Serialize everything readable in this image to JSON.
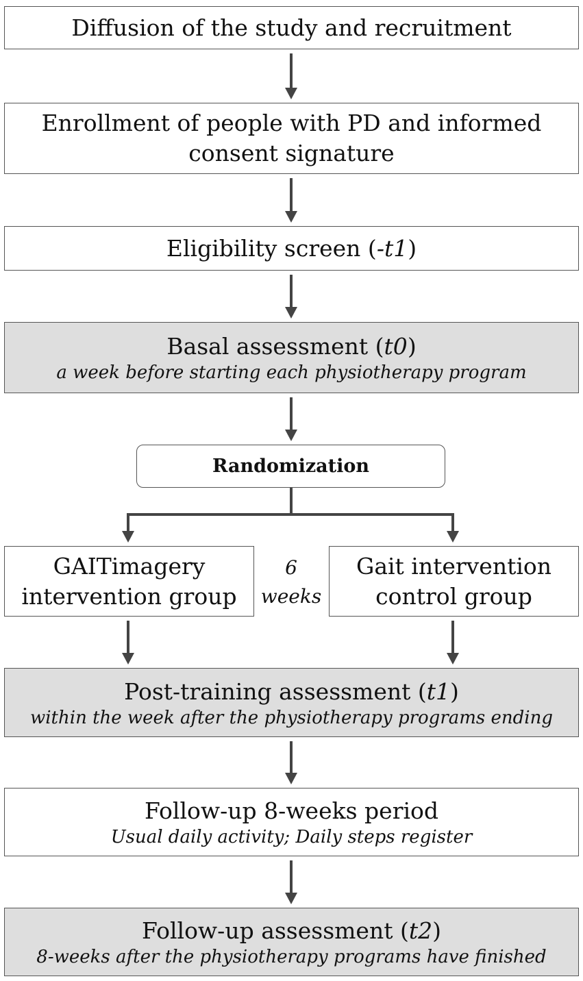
{
  "steps": {
    "diffusion": {
      "title": "Diffusion of the study and recruitment"
    },
    "enrollment": {
      "line1": "Enrollment of people with PD and informed",
      "line2": "consent signature"
    },
    "eligibility": {
      "prefix": "Eligibility screen (",
      "time": "-t1",
      "suffix": ")"
    },
    "basal": {
      "prefix": "Basal assessment (",
      "time": "t0",
      "suffix": ")",
      "note": "a week before starting each physiotherapy program"
    },
    "randomization": {
      "label": "Randomization"
    },
    "group_left": {
      "line1": "GAITimagery",
      "line2": "intervention group"
    },
    "duration": {
      "number": "6",
      "unit": "weeks"
    },
    "group_right": {
      "line1": "Gait intervention",
      "line2": "control group"
    },
    "post": {
      "prefix": "Post-training assessment (",
      "time": "t1",
      "suffix": ")",
      "note": "within the week after the physiotherapy programs ending"
    },
    "followup_period": {
      "title": "Follow-up 8-weeks period",
      "note": "Usual daily activity; Daily steps register"
    },
    "followup_assessment": {
      "prefix": "Follow-up assessment (",
      "time": "t2",
      "suffix": ")",
      "note": "8-weeks after the physiotherapy programs have finished"
    }
  },
  "colors": {
    "shaded_box": "#dedede",
    "border": "#555555",
    "arrow": "#444444"
  }
}
